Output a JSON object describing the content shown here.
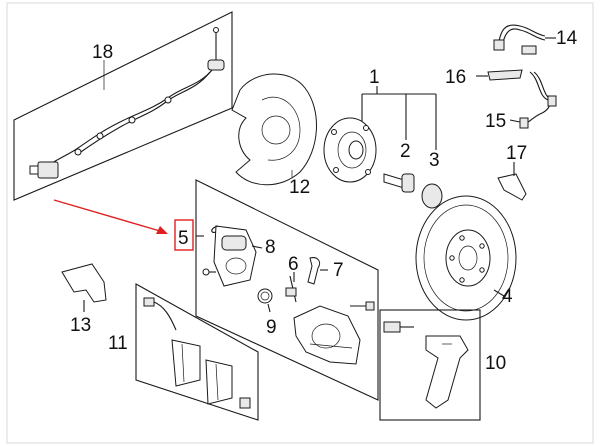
{
  "diagram": {
    "callouts": [
      {
        "id": "1",
        "text": "1"
      },
      {
        "id": "2",
        "text": "2"
      },
      {
        "id": "3",
        "text": "3"
      },
      {
        "id": "4",
        "text": "4"
      },
      {
        "id": "5",
        "text": "5"
      },
      {
        "id": "6",
        "text": "6"
      },
      {
        "id": "7",
        "text": "7"
      },
      {
        "id": "8",
        "text": "8"
      },
      {
        "id": "9",
        "text": "9"
      },
      {
        "id": "10",
        "text": "10"
      },
      {
        "id": "11",
        "text": "11"
      },
      {
        "id": "12",
        "text": "12"
      },
      {
        "id": "13",
        "text": "13"
      },
      {
        "id": "14",
        "text": "14"
      },
      {
        "id": "15",
        "text": "15"
      },
      {
        "id": "16",
        "text": "16"
      },
      {
        "id": "17",
        "text": "17"
      },
      {
        "id": "18",
        "text": "18"
      }
    ],
    "highlight": {
      "callout": "5",
      "color": "#e02020"
    },
    "line_color": "#1a1a1a"
  }
}
